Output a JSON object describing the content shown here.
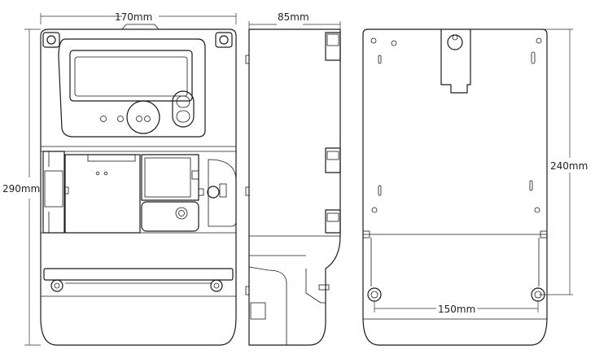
{
  "dimensions": {
    "front_width": "170mm",
    "front_height": "290mm",
    "side_depth": "85mm",
    "back_hole_vertical": "240mm",
    "back_hole_horizontal": "150mm"
  },
  "colors": {
    "line": "#1a1a1a",
    "background": "#ffffff"
  }
}
